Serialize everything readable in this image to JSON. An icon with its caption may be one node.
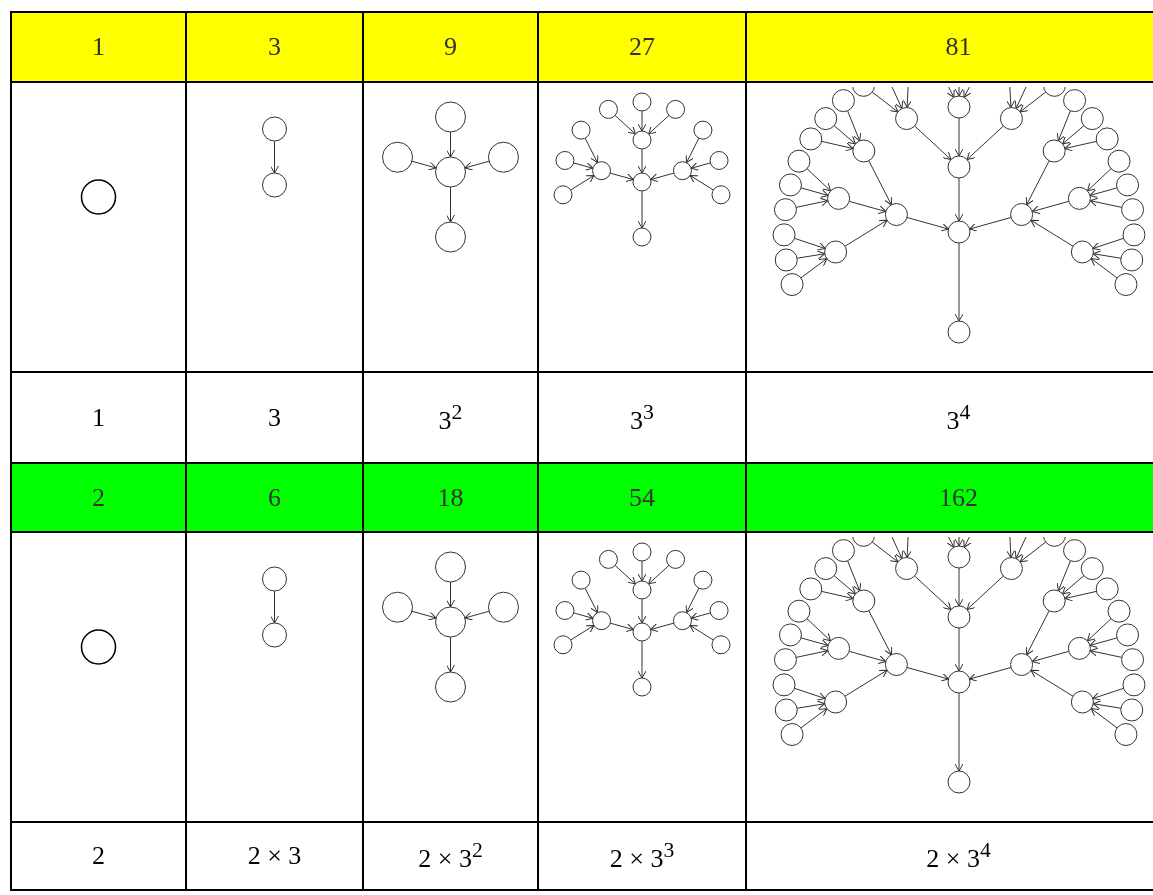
{
  "diagram": {
    "labels": [
      "1",
      "3",
      "9",
      "27",
      "81",
      "1",
      "3",
      "3$^{2}$",
      "3$^{3}$",
      "3$^{4}$",
      "2",
      "6",
      "18",
      "54",
      "162",
      "2",
      "2 × 3",
      "2 × 3$^{2}$",
      "2 × 3$^{3}$",
      "2 × 3$^{4}$"
    ]
  }
}
